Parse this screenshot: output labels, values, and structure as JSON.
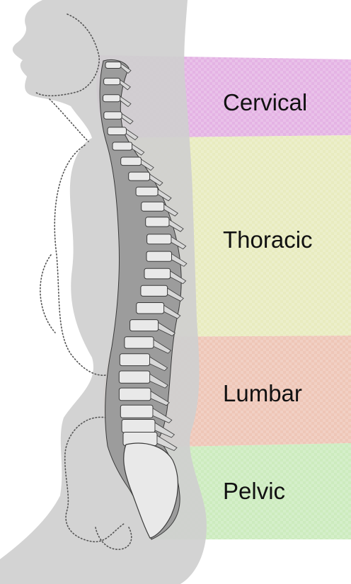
{
  "regions": [
    {
      "key": "cervical",
      "label": "Cervical",
      "color": "#dfa6df"
    },
    {
      "key": "thoracic",
      "label": "Thoracic",
      "color": "#e4e7b4"
    },
    {
      "key": "lumbar",
      "label": "Lumbar",
      "color": "#ebbcaa"
    },
    {
      "key": "pelvic",
      "label": "Pelvic",
      "color": "#c3e8b3"
    }
  ],
  "body_color": "#cfcfcf",
  "bone_color": "#e9e9e9",
  "bone_outline_color": "#3a3a3a"
}
